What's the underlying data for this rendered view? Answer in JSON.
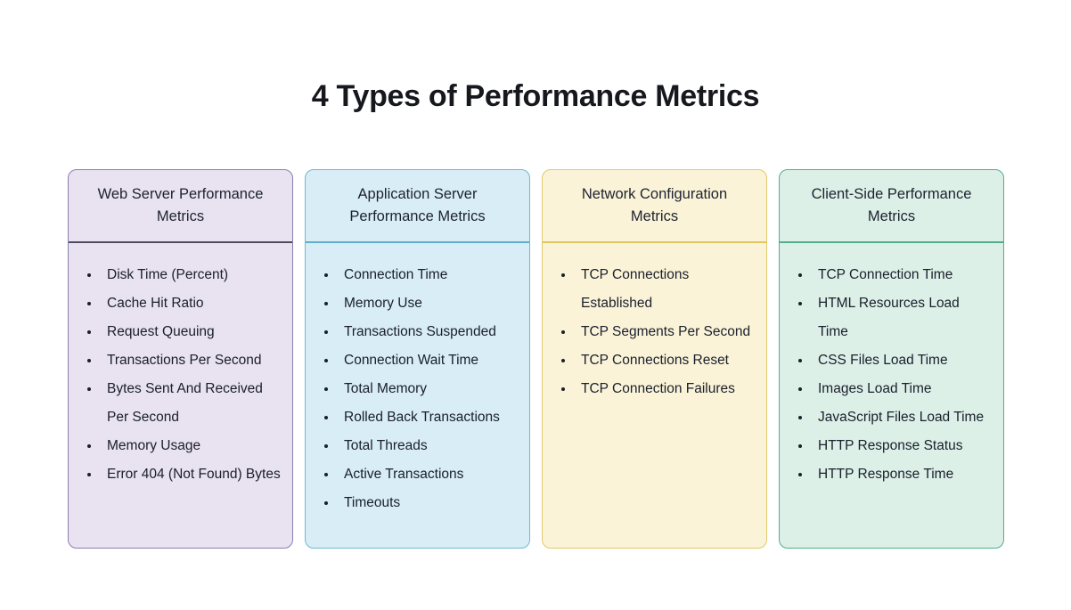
{
  "page": {
    "title": "4 Types of Performance Metrics"
  },
  "cards": [
    {
      "title": "Web Server Performance Metrics",
      "colors": {
        "fill": "#E9E2F1",
        "border": "#8C7FAB",
        "divider": "#4F4A63"
      },
      "items": [
        "Disk Time (Percent)",
        "Cache Hit Ratio",
        "Request Queuing",
        "Transactions Per Second",
        "Bytes Sent And Received Per Second",
        "Memory Usage",
        "Error 404 (Not Found) Bytes"
      ]
    },
    {
      "title": "Application Server Performance Metrics",
      "colors": {
        "fill": "#D8EDF6",
        "border": "#6FB9D0",
        "divider": "#5FAECB"
      },
      "items": [
        "Connection Time",
        "Memory Use",
        "Transactions Suspended",
        "Connection Wait Time",
        "Total Memory",
        "Rolled Back Transactions",
        "Total Threads",
        "Active Transactions",
        "Timeouts"
      ]
    },
    {
      "title": "Network Configuration Metrics",
      "colors": {
        "fill": "#FAF3D7",
        "border": "#E2CA6B",
        "divider": "#DFC75F"
      },
      "items": [
        "TCP Connections Established",
        "TCP Segments Per Second",
        "TCP Connections Reset",
        "TCP Connection Failures"
      ]
    },
    {
      "title": "Client-Side Performance Metrics",
      "colors": {
        "fill": "#DCF0E7",
        "border": "#51AE8D",
        "divider": "#51AE8D"
      },
      "items": [
        "TCP Connection Time",
        "HTML Resources Load Time",
        "CSS Files Load Time",
        "Images Load Time",
        "JavaScript Files Load Time",
        "HTTP Response Status",
        "HTTP Response Time"
      ]
    }
  ]
}
